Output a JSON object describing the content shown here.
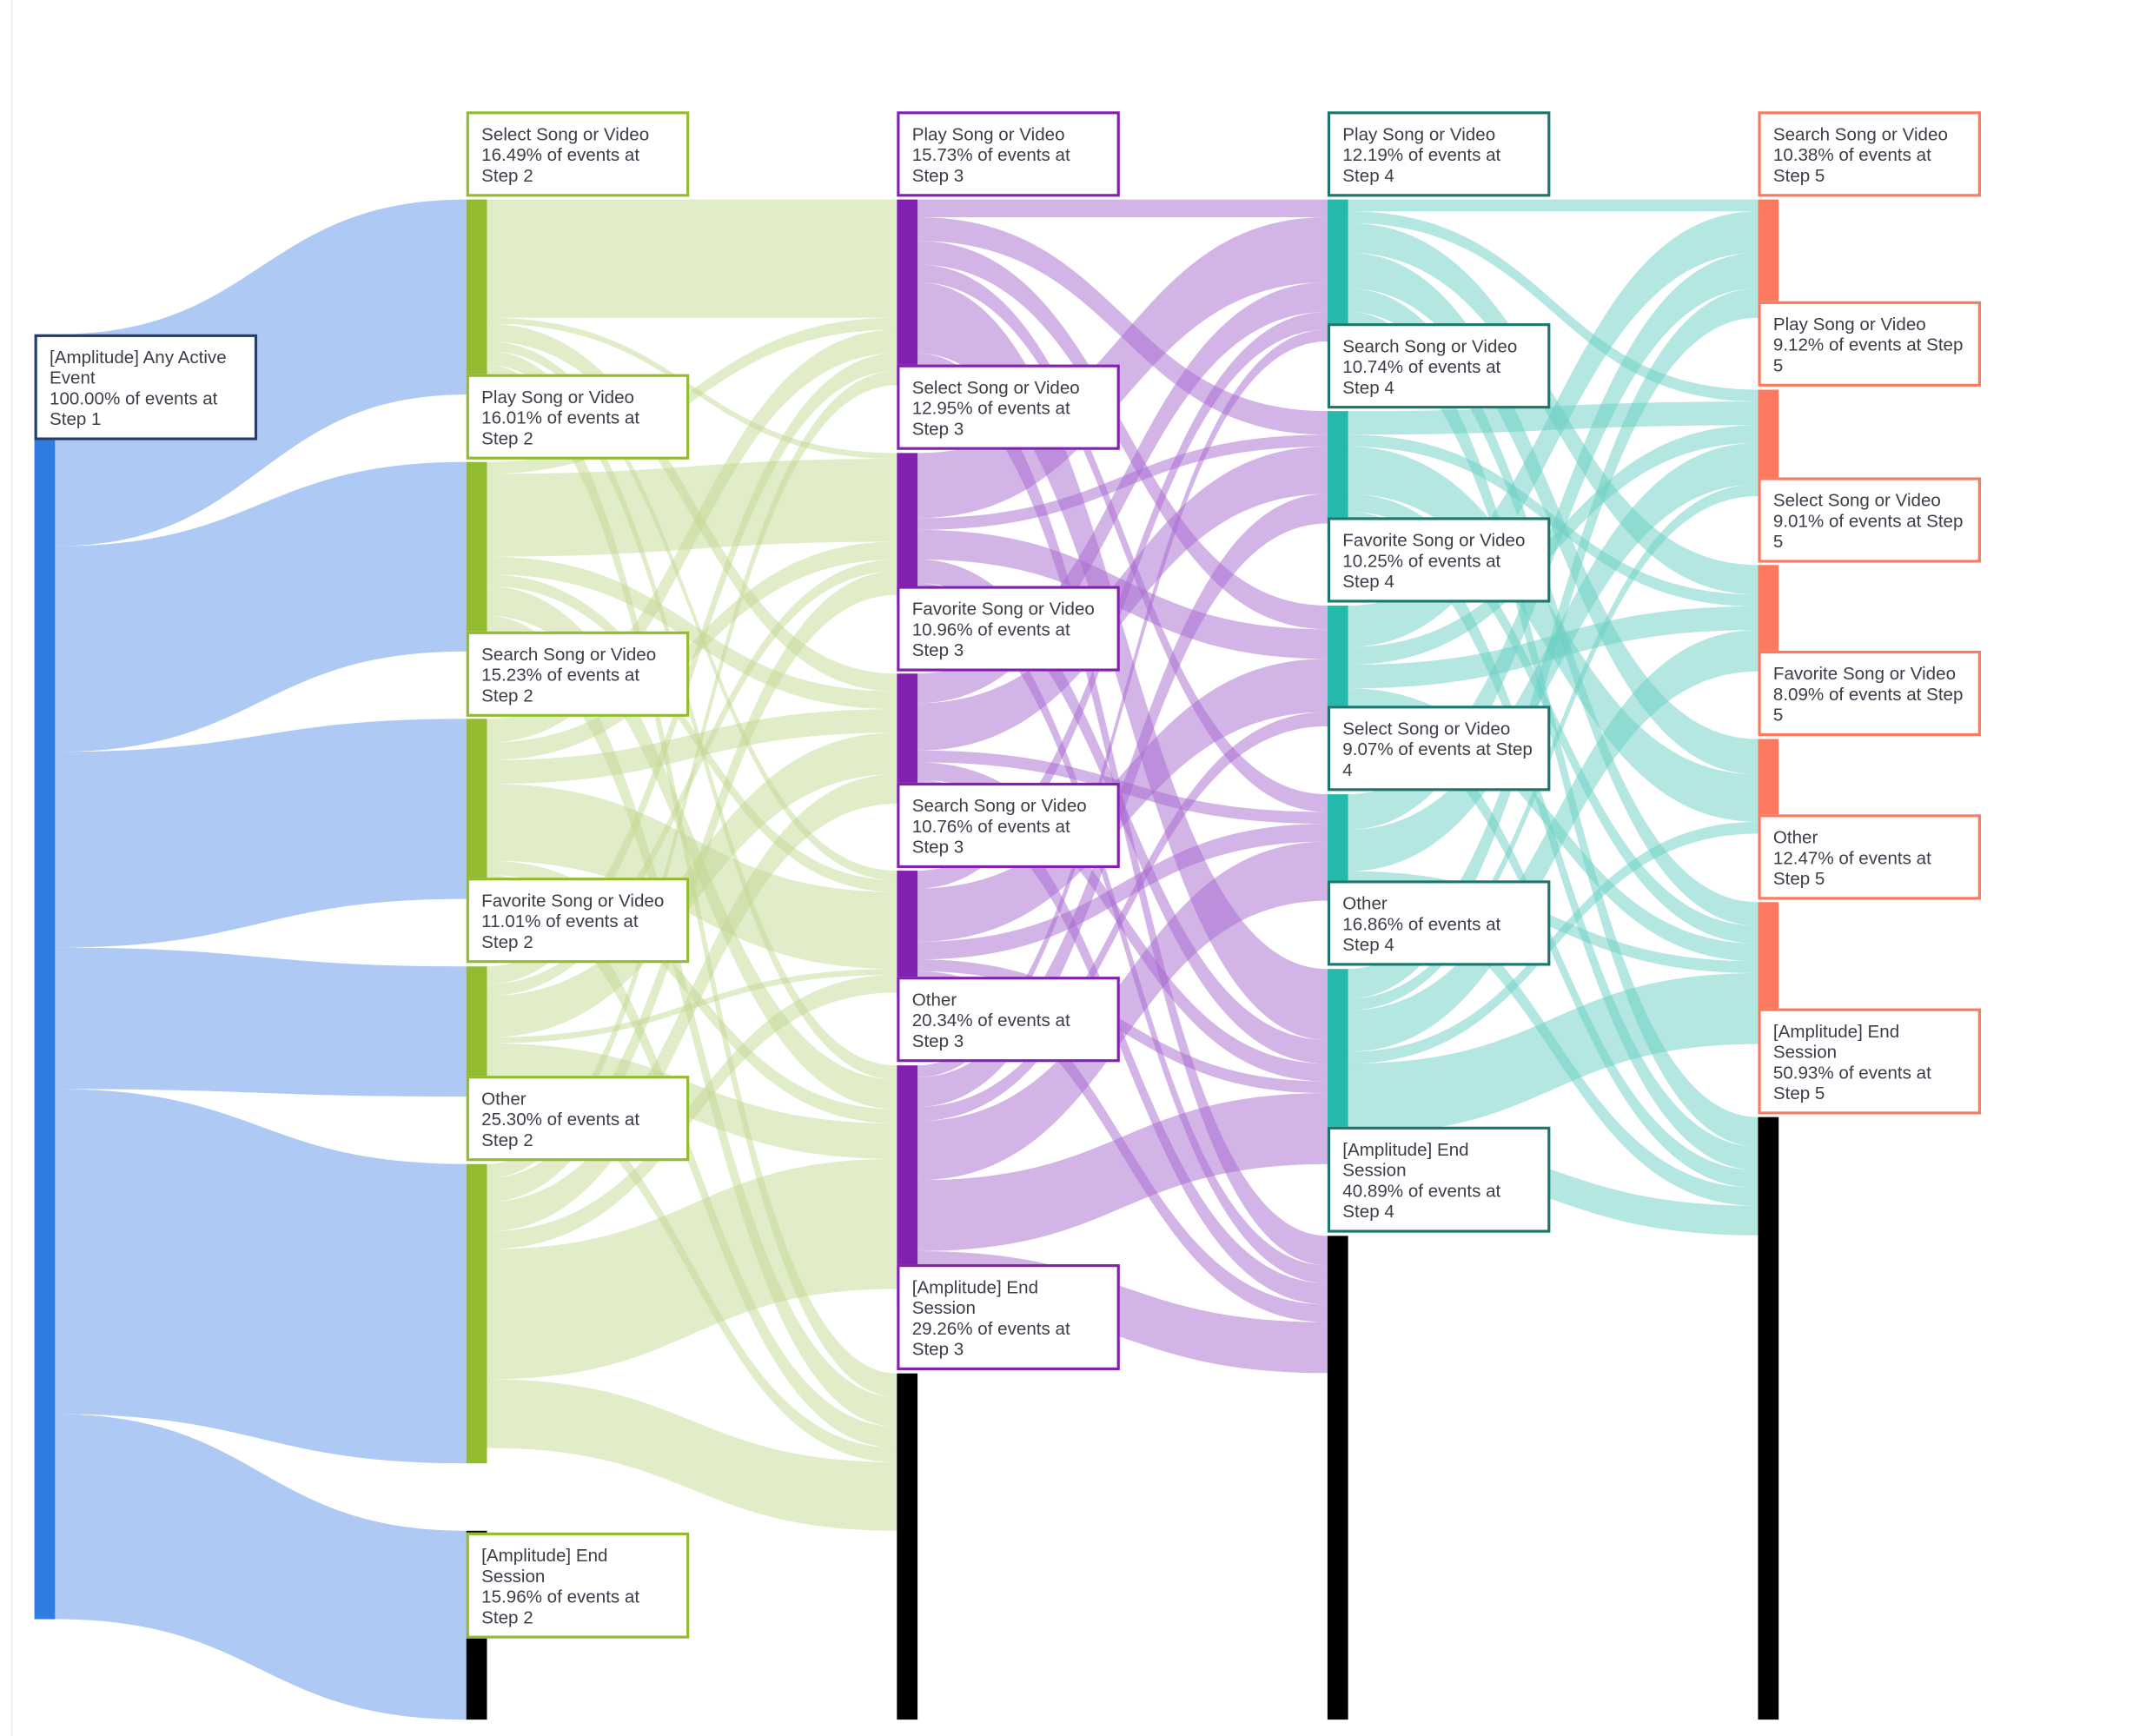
{
  "chart_data": {
    "type": "sankey",
    "title": "",
    "steps": [
      {
        "step": "Step 1",
        "color": "#2f7de1",
        "border": "#233d70",
        "flow": "#aec9f4",
        "nodes": [
          {
            "name": "[Amplitude] Any Active Event",
            "pct": 100.0,
            "detail": "100.00% of events at Step 1"
          }
        ]
      },
      {
        "step": "Step 2",
        "color": "#93bb2f",
        "border": "#93bb2f",
        "flow": "#c3d994",
        "nodes": [
          {
            "name": "Select Song or Video",
            "pct": 16.49,
            "detail": "16.49% of events at Step 2"
          },
          {
            "name": "Play Song or Video",
            "pct": 16.01,
            "detail": "16.01% of events at Step 2"
          },
          {
            "name": "Search Song or Video",
            "pct": 15.23,
            "detail": "15.23% of events at Step 2"
          },
          {
            "name": "Favorite Song or Video",
            "pct": 11.01,
            "detail": "11.01% of events at Step 2"
          },
          {
            "name": "Other",
            "pct": 25.3,
            "detail": "25.30% of events at Step 2"
          },
          {
            "name": "[Amplitude] End Session",
            "pct": 15.96,
            "detail": "15.96% of events at Step 2",
            "end": true
          }
        ]
      },
      {
        "step": "Step 3",
        "color": "#8220b0",
        "border": "#8220b0",
        "flow": "#a86ad0",
        "nodes": [
          {
            "name": "Play Song or Video",
            "pct": 15.73,
            "detail": "15.73% of events at Step 3"
          },
          {
            "name": "Select Song or Video",
            "pct": 12.95,
            "detail": "12.95% of events at Step 3"
          },
          {
            "name": "Favorite Song or Video",
            "pct": 10.96,
            "detail": "10.96% of events at Step 3"
          },
          {
            "name": "Search Song or Video",
            "pct": 10.76,
            "detail": "10.76% of events at Step 3"
          },
          {
            "name": "Other",
            "pct": 20.34,
            "detail": "20.34% of events at Step 3"
          },
          {
            "name": "[Amplitude] End Session",
            "pct": 29.26,
            "detail": "29.26% of events at Step 3",
            "end": true
          }
        ]
      },
      {
        "step": "Step 4",
        "color": "#24b9ab",
        "border": "#1b766d",
        "flow": "#6acfc4",
        "nodes": [
          {
            "name": "Play Song or Video",
            "pct": 12.19,
            "detail": "12.19% of events at Step 4"
          },
          {
            "name": "Search Song or Video",
            "pct": 10.74,
            "detail": "10.74% of events at Step 4"
          },
          {
            "name": "Favorite Song or Video",
            "pct": 10.25,
            "detail": "10.25% of events at Step 4"
          },
          {
            "name": "Select Song or Video",
            "pct": 9.07,
            "detail": "9.07% of events at Step 4"
          },
          {
            "name": "Other",
            "pct": 16.86,
            "detail": "16.86% of events at Step 4"
          },
          {
            "name": "[Amplitude] End Session",
            "pct": 40.89,
            "detail": "40.89% of events at Step 4",
            "end": true
          }
        ]
      },
      {
        "step": "Step 5",
        "color": "#fb7a5f",
        "border": "#fb7a5f",
        "flow": "#fb7a5f",
        "nodes": [
          {
            "name": "Search Song or Video",
            "pct": 10.38,
            "detail": "10.38% of events at Step 5"
          },
          {
            "name": "Play Song or Video",
            "pct": 9.12,
            "detail": "9.12% of events at Step 5"
          },
          {
            "name": "Select Song or Video",
            "pct": 9.01,
            "detail": "9.01% of events at Step 5"
          },
          {
            "name": "Favorite Song or Video",
            "pct": 8.09,
            "detail": "8.09% of events at Step 5"
          },
          {
            "name": "Other",
            "pct": 12.47,
            "detail": "12.47% of events at Step 5"
          },
          {
            "name": "[Amplitude] End Session",
            "pct": 50.93,
            "detail": "50.93% of events at Step 5",
            "end": true
          }
        ]
      }
    ],
    "links": [
      [
        [
          0,
          0,
          16.49
        ],
        [
          0,
          1,
          16.01
        ],
        [
          0,
          2,
          15.23
        ],
        [
          0,
          3,
          11.01
        ],
        [
          0,
          4,
          25.3
        ],
        [
          0,
          5,
          15.96
        ]
      ],
      [
        [
          0,
          0,
          10.0
        ],
        [
          0,
          1,
          0.5
        ],
        [
          0,
          2,
          1.5
        ],
        [
          0,
          3,
          0.8
        ],
        [
          0,
          4,
          1.2
        ],
        [
          0,
          5,
          2.0
        ],
        [
          1,
          0,
          1.0
        ],
        [
          1,
          1,
          7.0
        ],
        [
          1,
          2,
          1.5
        ],
        [
          1,
          3,
          1.0
        ],
        [
          1,
          4,
          2.5
        ],
        [
          1,
          5,
          2.5
        ],
        [
          2,
          0,
          2.0
        ],
        [
          2,
          1,
          1.5
        ],
        [
          2,
          2,
          2.0
        ],
        [
          2,
          3,
          6.5
        ],
        [
          2,
          4,
          1.2
        ],
        [
          2,
          5,
          1.8
        ],
        [
          3,
          0,
          1.5
        ],
        [
          3,
          1,
          1.0
        ],
        [
          3,
          2,
          3.5
        ],
        [
          3,
          3,
          0.5
        ],
        [
          3,
          4,
          3.0
        ],
        [
          3,
          5,
          1.2
        ],
        [
          4,
          0,
          1.2
        ],
        [
          4,
          1,
          2.0
        ],
        [
          4,
          2,
          2.5
        ],
        [
          4,
          3,
          1.5
        ],
        [
          4,
          4,
          11.0
        ],
        [
          4,
          5,
          5.8
        ]
      ],
      [
        [
          0,
          0,
          1.5
        ],
        [
          0,
          1,
          2.0
        ],
        [
          0,
          2,
          2.0
        ],
        [
          0,
          3,
          1.5
        ],
        [
          0,
          4,
          6.0
        ],
        [
          0,
          5,
          2.5
        ],
        [
          1,
          0,
          5.5
        ],
        [
          1,
          1,
          1.0
        ],
        [
          1,
          2,
          2.5
        ],
        [
          1,
          4,
          2.0
        ],
        [
          1,
          5,
          1.5
        ],
        [
          2,
          0,
          2.5
        ],
        [
          2,
          1,
          4.0
        ],
        [
          2,
          3,
          1.0
        ],
        [
          2,
          4,
          1.5
        ],
        [
          2,
          5,
          1.8
        ],
        [
          3,
          0,
          1.5
        ],
        [
          3,
          2,
          4.5
        ],
        [
          3,
          3,
          1.5
        ],
        [
          3,
          4,
          1.0
        ],
        [
          3,
          5,
          1.5
        ],
        [
          4,
          0,
          1.0
        ],
        [
          4,
          1,
          2.5
        ],
        [
          4,
          2,
          1.2
        ],
        [
          4,
          3,
          5.0
        ],
        [
          4,
          4,
          6.0
        ],
        [
          4,
          5,
          4.3
        ]
      ],
      [
        [
          0,
          0,
          1.0
        ],
        [
          0,
          1,
          1.0
        ],
        [
          0,
          2,
          2.5
        ],
        [
          0,
          3,
          3.0
        ],
        [
          0,
          4,
          2.0
        ],
        [
          0,
          5,
          2.5
        ],
        [
          1,
          1,
          2.0
        ],
        [
          1,
          2,
          1.0
        ],
        [
          1,
          3,
          4.0
        ],
        [
          1,
          4,
          1.5
        ],
        [
          1,
          5,
          2.0
        ],
        [
          2,
          0,
          3.5
        ],
        [
          2,
          1,
          1.5
        ],
        [
          2,
          2,
          2.0
        ],
        [
          2,
          4,
          1.5
        ],
        [
          2,
          5,
          1.5
        ],
        [
          3,
          0,
          3.0
        ],
        [
          3,
          1,
          3.5
        ],
        [
          3,
          4,
          1.0
        ],
        [
          3,
          5,
          1.5
        ],
        [
          4,
          0,
          2.5
        ],
        [
          4,
          1,
          1.0
        ],
        [
          4,
          2,
          3.5
        ],
        [
          4,
          3,
          1.0
        ],
        [
          4,
          4,
          6.0
        ],
        [
          4,
          5,
          2.5
        ]
      ]
    ]
  }
}
